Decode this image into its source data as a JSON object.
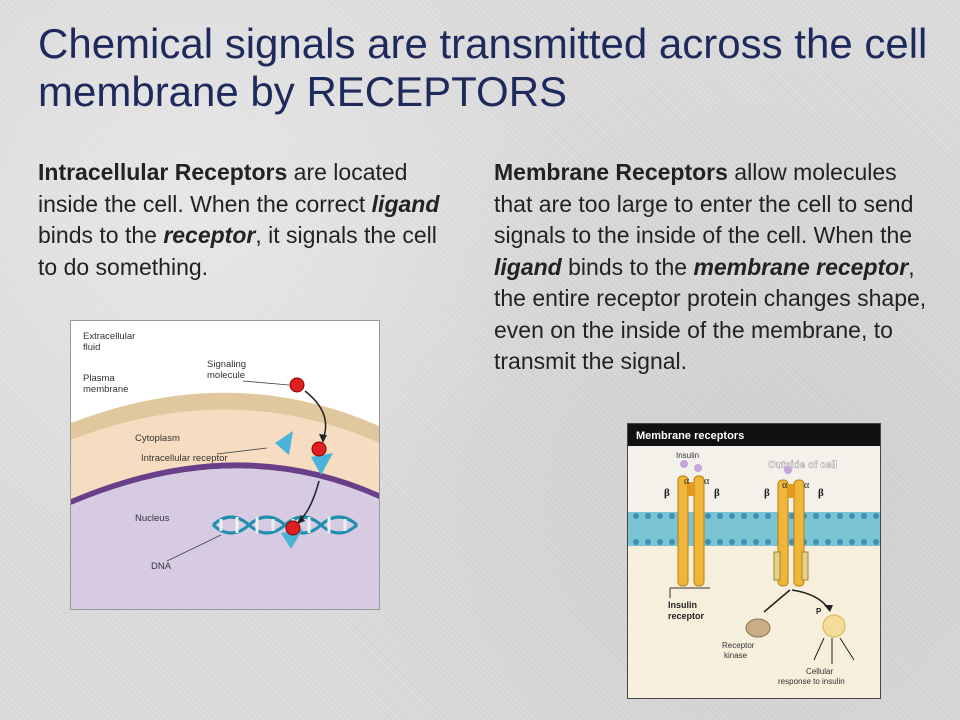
{
  "slide": {
    "title": "Chemical signals are transmitted across the cell membrane by RECEPTORS"
  },
  "left_column": {
    "term": "Intracellular Receptors",
    "t1": " are located inside the cell.  When the correct ",
    "ligand": "ligand",
    "t2": " binds to the ",
    "receptor": "receptor",
    "t3": ", it signals the cell to do something."
  },
  "right_column": {
    "term": "Membrane Receptors",
    "t1": " allow molecules that are too large to enter the cell to send signals to the inside of the cell.  When the ",
    "ligand": "ligand",
    "t2": " binds to the ",
    "membrane_receptor": "membrane receptor",
    "t3": ", the entire receptor protein changes shape, even on the inside of the membrane, to transmit the signal."
  },
  "figure_intracellular": {
    "extracellular_fluid": [
      "Extracellular",
      "fluid"
    ],
    "plasma_membrane": [
      "Plasma",
      "membrane"
    ],
    "signaling_molecule": [
      "Signaling",
      "molecule"
    ],
    "cytoplasm": "Cytoplasm",
    "intracellular_receptor": "Intracellular receptor",
    "nucleus": "Nucleus",
    "dna": "DNA"
  },
  "figure_membrane": {
    "header": "Membrane receptors",
    "insulin": "Insulin",
    "outside_of_cell": "Outside of cell",
    "beta": "β",
    "alpha": "α",
    "insulin_receptor": [
      "Insulin",
      "receptor"
    ],
    "receptor_kinase": [
      "Receptor",
      "kinase"
    ],
    "p_label": "P",
    "cellular_response": [
      "Cellular",
      "response to insulin"
    ]
  }
}
